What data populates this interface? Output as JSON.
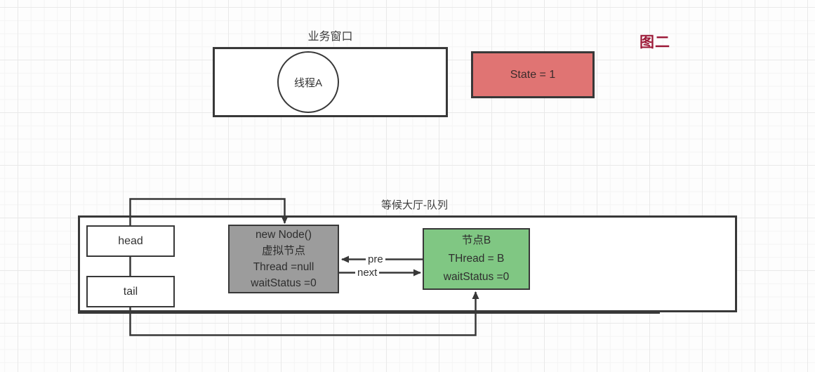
{
  "figure": {
    "label": "图二"
  },
  "colors": {
    "stroke": "#383838",
    "node_gray": "#9c9c9c",
    "node_green": "#80c783",
    "accent_red": "#e07473",
    "figure_label_color": "#9d1c3a"
  },
  "business_window": {
    "title": "业务窗口",
    "thread_label": "线程A"
  },
  "state_box": {
    "label": "State = 1"
  },
  "queue": {
    "title": "等候大厅-队列",
    "head_label": "head",
    "tail_label": "tail",
    "dummy_node": {
      "lines": [
        "new Node()",
        "虚拟节点",
        "Thread =null",
        "waitStatus =0"
      ]
    },
    "node_b": {
      "lines": [
        "节点B",
        "THread = B",
        "waitStatus =0"
      ]
    },
    "edges": {
      "pre_label": "pre",
      "next_label": "next"
    }
  }
}
